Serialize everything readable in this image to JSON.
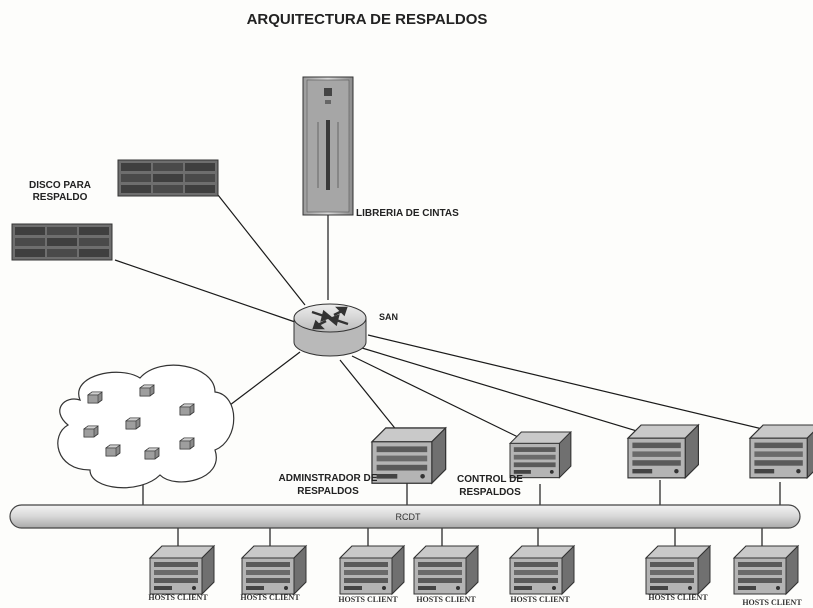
{
  "diagram": {
    "title": "ARQUITECTURA DE RESPALDOS",
    "labels": {
      "disco": [
        "DISCO PARA",
        "RESPALDO"
      ],
      "libreria": "LIBRERIA DE CINTAS",
      "san": "SAN",
      "administrador": [
        "ADMINSTRADOR  DE",
        "RESPALDOS"
      ],
      "control": [
        "CONTROL DE",
        "RESPALDOS"
      ],
      "backbone": "RCDT"
    },
    "hosts_client": [
      "HOSTS CLIENT",
      "HOSTS CLIENT",
      "HOSTS CLIENT",
      "HOSTS CLIENT",
      "HOSTS CLIENT",
      "HOSTS CLIENT",
      "HOSTS CLIENT"
    ],
    "icons": {
      "router": "router-icon",
      "tape_library": "tape-library-icon",
      "disk_array": "disk-array-icon",
      "server": "server-icon",
      "cloud": "network-cloud-icon"
    },
    "colors": {
      "line": "#1a1a1a",
      "device_dark": "#555555",
      "device_light": "#bdbdbd",
      "bus": "#e2e2e2"
    }
  }
}
